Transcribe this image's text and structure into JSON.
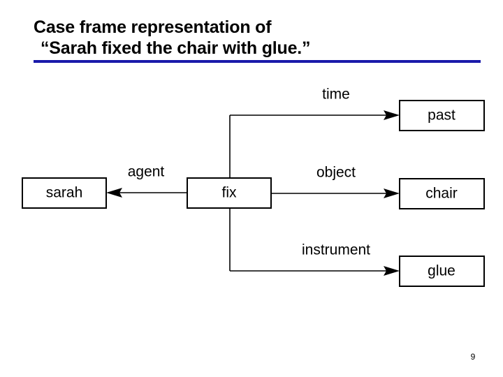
{
  "slide": {
    "title_line_1": "Case frame representation of",
    "title_line_2": "“Sarah fixed the chair with glue.”",
    "rule_color": "#1a1aaa",
    "page_number": "9"
  },
  "diagram": {
    "type": "case-frame-network",
    "nodes": [
      {
        "id": "fix",
        "label": "fix",
        "role": "central-predicate"
      },
      {
        "id": "sarah",
        "label": "sarah",
        "role": "filler"
      },
      {
        "id": "past",
        "label": "past",
        "role": "filler"
      },
      {
        "id": "chair",
        "label": "chair",
        "role": "filler"
      },
      {
        "id": "glue",
        "label": "glue",
        "role": "filler"
      }
    ],
    "edges": [
      {
        "from": "fix",
        "to": "past",
        "label": "time",
        "direction": "right"
      },
      {
        "from": "fix",
        "to": "sarah",
        "label": "agent",
        "direction": "left"
      },
      {
        "from": "fix",
        "to": "chair",
        "label": "object",
        "direction": "right"
      },
      {
        "from": "fix",
        "to": "glue",
        "label": "instrument",
        "direction": "right"
      }
    ],
    "labels": {
      "time": "time",
      "agent": "agent",
      "object": "object",
      "instrument": "instrument"
    },
    "node_labels": {
      "sarah": "sarah",
      "fix": "fix",
      "past": "past",
      "chair": "chair",
      "glue": "glue"
    }
  }
}
